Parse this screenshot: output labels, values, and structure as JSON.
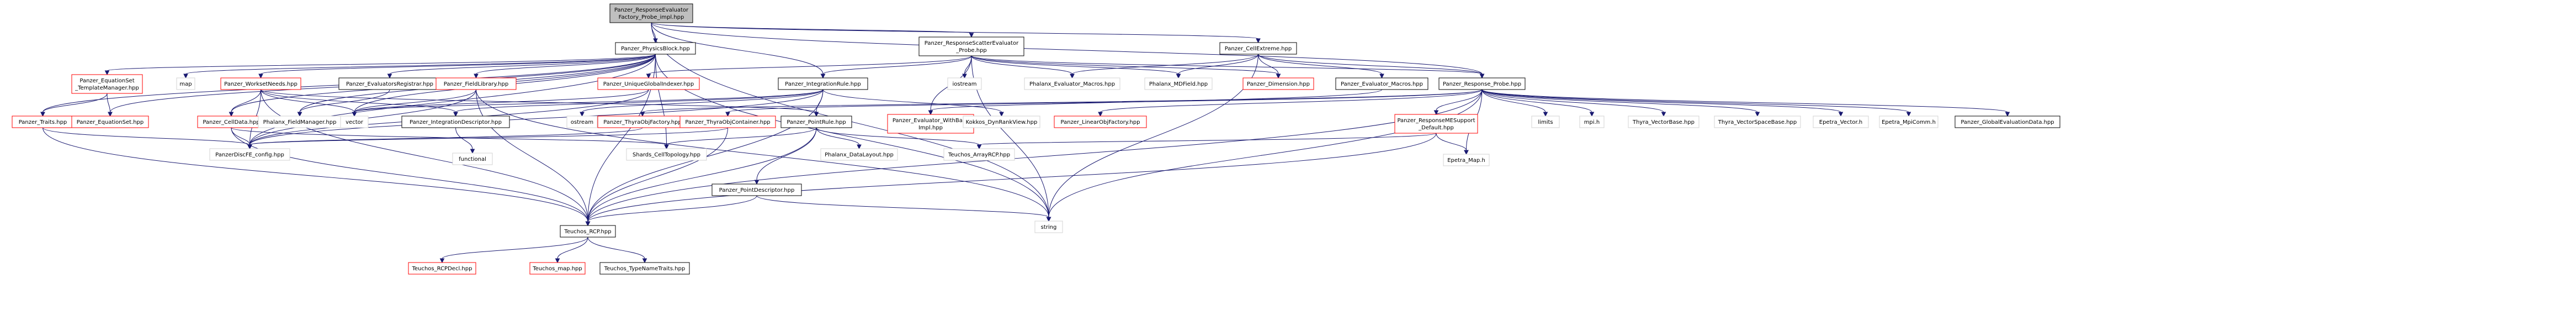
{
  "colors": {
    "edge": "#191970",
    "root_fill": "#bfbfbf",
    "root_stroke": "#000000",
    "local_stroke": "#000000",
    "linked_stroke": "#ff0000",
    "system_stroke": "#d3d3d3",
    "node_fill": "#ffffff"
  },
  "nodes": [
    {
      "id": "root",
      "kind": "root",
      "lines": [
        "Panzer_ResponseEvaluator",
        "Factory_Probe_impl.hpp"
      ]
    },
    {
      "id": "physicsblock",
      "kind": "local",
      "lines": [
        "Panzer_PhysicsBlock.hpp"
      ]
    },
    {
      "id": "scatter_eval",
      "kind": "local",
      "lines": [
        "Panzer_ResponseScatterEvaluator",
        "_Probe.hpp"
      ]
    },
    {
      "id": "cellextreme",
      "kind": "local",
      "lines": [
        "Panzer_CellExtreme.hpp"
      ]
    },
    {
      "id": "eqset_tm",
      "kind": "linked",
      "lines": [
        "Panzer_EquationSet",
        "_TemplateManager.hpp"
      ]
    },
    {
      "id": "map",
      "kind": "system",
      "lines": [
        "map"
      ]
    },
    {
      "id": "worksetneeds",
      "kind": "linked",
      "lines": [
        "Panzer_WorksetNeeds.hpp"
      ]
    },
    {
      "id": "evalregistrar",
      "kind": "local",
      "lines": [
        "Panzer_EvaluatorsRegistrar.hpp"
      ]
    },
    {
      "id": "fieldlibrary",
      "kind": "linked",
      "lines": [
        "Panzer_FieldLibrary.hpp"
      ]
    },
    {
      "id": "uniqueglobal",
      "kind": "linked",
      "lines": [
        "Panzer_UniqueGlobalIndexer.hpp"
      ]
    },
    {
      "id": "integrationrule",
      "kind": "local",
      "lines": [
        "Panzer_IntegrationRule.hpp"
      ]
    },
    {
      "id": "iostream",
      "kind": "system",
      "lines": [
        "iostream"
      ]
    },
    {
      "id": "phalanx_eval_macros",
      "kind": "system",
      "lines": [
        "Phalanx_Evaluator_Macros.hpp"
      ]
    },
    {
      "id": "phalanx_mdfield",
      "kind": "system",
      "lines": [
        "Phalanx_MDField.hpp"
      ]
    },
    {
      "id": "dimension",
      "kind": "linked",
      "lines": [
        "Panzer_Dimension.hpp"
      ]
    },
    {
      "id": "panzer_eval_macros",
      "kind": "local",
      "lines": [
        "Panzer_Evaluator_Macros.hpp"
      ]
    },
    {
      "id": "response_probe",
      "kind": "local",
      "lines": [
        "Panzer_Response_Probe.hpp"
      ]
    },
    {
      "id": "traits",
      "kind": "linked",
      "lines": [
        "Panzer_Traits.hpp"
      ]
    },
    {
      "id": "eqset_base",
      "kind": "linked",
      "lines": [
        "Panzer_EquationSet.hpp"
      ]
    },
    {
      "id": "celldata",
      "kind": "linked",
      "lines": [
        "Panzer_CellData.hpp"
      ]
    },
    {
      "id": "phalanx_fieldmgr",
      "kind": "system",
      "lines": [
        "Phalanx_FieldManager.hpp"
      ]
    },
    {
      "id": "vector",
      "kind": "system",
      "lines": [
        "vector"
      ]
    },
    {
      "id": "intdescriptor",
      "kind": "local",
      "lines": [
        "Panzer_IntegrationDescriptor.hpp"
      ]
    },
    {
      "id": "ostream",
      "kind": "system",
      "lines": [
        "ostream"
      ]
    },
    {
      "id": "thyraobjfactory",
      "kind": "linked",
      "lines": [
        "Panzer_ThyraObjFactory.hpp"
      ]
    },
    {
      "id": "thyraobjcontainer",
      "kind": "linked",
      "lines": [
        "Panzer_ThyraObjContainer.hpp"
      ]
    },
    {
      "id": "pointrule",
      "kind": "local",
      "lines": [
        "Panzer_PointRule.hpp"
      ]
    },
    {
      "id": "eval_withbase",
      "kind": "linked",
      "lines": [
        "Panzer_Evaluator_WithBase",
        "Impl.hpp"
      ]
    },
    {
      "id": "kokkos_dynrank",
      "kind": "system",
      "lines": [
        "Kokkos_DynRankView.hpp"
      ]
    },
    {
      "id": "linearobjfactory",
      "kind": "linked",
      "lines": [
        "Panzer_LinearObjFactory.hpp"
      ]
    },
    {
      "id": "responsemesupport",
      "kind": "linked",
      "lines": [
        "Panzer_ResponseMESupport",
        "_Default.hpp"
      ]
    },
    {
      "id": "limits",
      "kind": "system",
      "lines": [
        "limits"
      ]
    },
    {
      "id": "mpih",
      "kind": "system",
      "lines": [
        "mpi.h"
      ]
    },
    {
      "id": "thyra_vectorbase",
      "kind": "system",
      "lines": [
        "Thyra_VectorBase.hpp"
      ]
    },
    {
      "id": "thyra_vectorspacebase",
      "kind": "system",
      "lines": [
        "Thyra_VectorSpaceBase.hpp"
      ]
    },
    {
      "id": "epetra_vector",
      "kind": "system",
      "lines": [
        "Epetra_Vector.h"
      ]
    },
    {
      "id": "epetra_mpicomm",
      "kind": "system",
      "lines": [
        "Epetra_MpiComm.h"
      ]
    },
    {
      "id": "globalevaldata",
      "kind": "local",
      "lines": [
        "Panzer_GlobalEvaluationData.hpp"
      ]
    },
    {
      "id": "functional",
      "kind": "system",
      "lines": [
        "functional"
      ]
    },
    {
      "id": "shards_celltopo",
      "kind": "system",
      "lines": [
        "Shards_CellTopology.hpp"
      ]
    },
    {
      "id": "pointdescriptor",
      "kind": "local",
      "lines": [
        "Panzer_PointDescriptor.hpp"
      ]
    },
    {
      "id": "phalanx_datalayout",
      "kind": "system",
      "lines": [
        "Phalanx_DataLayout.hpp"
      ]
    },
    {
      "id": "teuchos_arrayrcp",
      "kind": "system",
      "lines": [
        "Teuchos_ArrayRCP.hpp"
      ]
    },
    {
      "id": "epetra_map",
      "kind": "system",
      "lines": [
        "Epetra_Map.h"
      ]
    },
    {
      "id": "config",
      "kind": "system",
      "lines": [
        "PanzerDiscFE_config.hpp"
      ]
    },
    {
      "id": "teuchos_rcp",
      "kind": "local",
      "lines": [
        "Teuchos_RCP.hpp"
      ]
    },
    {
      "id": "string",
      "kind": "system",
      "lines": [
        "string"
      ]
    },
    {
      "id": "teuchos_rcpdecl",
      "kind": "linked",
      "lines": [
        "Teuchos_RCPDecl.hpp"
      ]
    },
    {
      "id": "teuchos_map",
      "kind": "linked",
      "lines": [
        "Teuchos_map.hpp"
      ]
    },
    {
      "id": "teuchos_typenametraits",
      "kind": "local",
      "lines": [
        "Teuchos_TypeNameTraits.hpp"
      ]
    }
  ],
  "edges": [
    [
      "root",
      "physicsblock"
    ],
    [
      "root",
      "scatter_eval"
    ],
    [
      "root",
      "cellextreme"
    ],
    [
      "root",
      "integrationrule"
    ],
    [
      "root",
      "response_probe"
    ],
    [
      "root",
      "string"
    ],
    [
      "physicsblock",
      "eqset_tm"
    ],
    [
      "physicsblock",
      "map"
    ],
    [
      "physicsblock",
      "worksetneeds"
    ],
    [
      "physicsblock",
      "evalregistrar"
    ],
    [
      "physicsblock",
      "fieldlibrary"
    ],
    [
      "physicsblock",
      "traits"
    ],
    [
      "physicsblock",
      "eqset_base"
    ],
    [
      "physicsblock",
      "celldata"
    ],
    [
      "physicsblock",
      "phalanx_fieldmgr"
    ],
    [
      "physicsblock",
      "vector"
    ],
    [
      "physicsblock",
      "teuchos_rcp"
    ],
    [
      "physicsblock",
      "shards_celltopo"
    ],
    [
      "physicsblock",
      "config"
    ],
    [
      "physicsblock",
      "string"
    ],
    [
      "scatter_eval",
      "uniqueglobal"
    ],
    [
      "scatter_eval",
      "integrationrule"
    ],
    [
      "scatter_eval",
      "iostream"
    ],
    [
      "scatter_eval",
      "phalanx_eval_macros"
    ],
    [
      "scatter_eval",
      "phalanx_mdfield"
    ],
    [
      "scatter_eval",
      "dimension"
    ],
    [
      "scatter_eval",
      "eval_withbase"
    ],
    [
      "scatter_eval",
      "response_probe"
    ],
    [
      "scatter_eval",
      "string"
    ],
    [
      "cellextreme",
      "phalanx_eval_macros"
    ],
    [
      "cellextreme",
      "phalanx_mdfield"
    ],
    [
      "cellextreme",
      "dimension"
    ],
    [
      "cellextreme",
      "panzer_eval_macros"
    ],
    [
      "cellextreme",
      "response_probe"
    ],
    [
      "cellextreme",
      "string"
    ],
    [
      "eqset_tm",
      "traits"
    ],
    [
      "eqset_tm",
      "eqset_base"
    ],
    [
      "worksetneeds",
      "celldata"
    ],
    [
      "worksetneeds",
      "intdescriptor"
    ],
    [
      "worksetneeds",
      "pointrule"
    ],
    [
      "worksetneeds",
      "config"
    ],
    [
      "worksetneeds",
      "teuchos_rcp"
    ],
    [
      "worksetneeds",
      "vector"
    ],
    [
      "evalregistrar",
      "phalanx_fieldmgr"
    ],
    [
      "fieldlibrary",
      "config"
    ],
    [
      "fieldlibrary",
      "teuchos_rcp"
    ],
    [
      "fieldlibrary",
      "vector"
    ],
    [
      "fieldlibrary",
      "string"
    ],
    [
      "uniqueglobal",
      "vector"
    ],
    [
      "uniqueglobal",
      "config"
    ],
    [
      "integrationrule",
      "intdescriptor"
    ],
    [
      "integrationrule",
      "ostream"
    ],
    [
      "integrationrule",
      "pointrule"
    ],
    [
      "integrationrule",
      "kokkos_dynrank"
    ],
    [
      "integrationrule",
      "vector"
    ],
    [
      "integrationrule",
      "teuchos_rcp"
    ],
    [
      "integrationrule",
      "config"
    ],
    [
      "panzer_eval_macros",
      "eval_withbase"
    ],
    [
      "response_probe",
      "thyraobjfactory"
    ],
    [
      "response_probe",
      "thyraobjcontainer"
    ],
    [
      "response_probe",
      "linearobjfactory"
    ],
    [
      "response_probe",
      "responsemesupport"
    ],
    [
      "response_probe",
      "limits"
    ],
    [
      "response_probe",
      "mpih"
    ],
    [
      "response_probe",
      "thyra_vectorbase"
    ],
    [
      "response_probe",
      "thyra_vectorspacebase"
    ],
    [
      "response_probe",
      "epetra_vector"
    ],
    [
      "response_probe",
      "epetra_mpicomm"
    ],
    [
      "response_probe",
      "globalevaldata"
    ],
    [
      "response_probe",
      "epetra_map"
    ],
    [
      "response_probe",
      "teuchos_rcp"
    ],
    [
      "response_probe",
      "string"
    ],
    [
      "traits",
      "config"
    ],
    [
      "traits",
      "teuchos_rcp"
    ],
    [
      "celldata",
      "config"
    ],
    [
      "celldata",
      "teuchos_rcp"
    ],
    [
      "celldata",
      "shards_celltopo"
    ],
    [
      "intdescriptor",
      "functional"
    ],
    [
      "thyraobjfactory",
      "config"
    ],
    [
      "thyraobjcontainer",
      "config"
    ],
    [
      "thyraobjcontainer",
      "teuchos_rcp"
    ],
    [
      "pointrule",
      "shards_celltopo"
    ],
    [
      "pointrule",
      "pointdescriptor"
    ],
    [
      "pointrule",
      "phalanx_datalayout"
    ],
    [
      "pointrule",
      "teuchos_arrayrcp"
    ],
    [
      "pointrule",
      "teuchos_rcp"
    ],
    [
      "responsemesupport",
      "epetra_map"
    ],
    [
      "responsemesupport",
      "teuchos_arrayrcp"
    ],
    [
      "responsemesupport",
      "teuchos_rcp"
    ],
    [
      "pointdescriptor",
      "teuchos_rcp"
    ],
    [
      "pointdescriptor",
      "string"
    ],
    [
      "teuchos_rcp",
      "teuchos_rcpdecl"
    ],
    [
      "teuchos_rcp",
      "teuchos_map"
    ],
    [
      "teuchos_rcp",
      "teuchos_typenametraits"
    ]
  ]
}
